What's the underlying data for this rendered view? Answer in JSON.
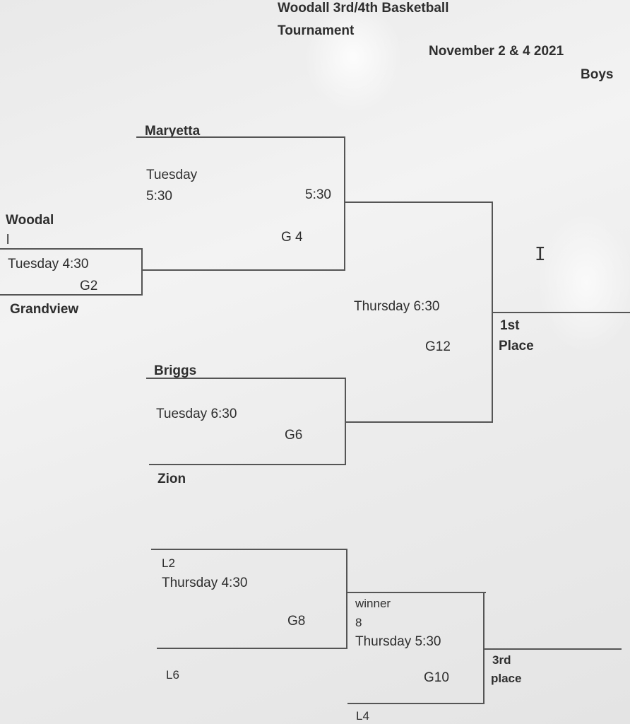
{
  "header": {
    "title_line1": "Woodall 3rd/4th Basketball",
    "title_line2": "Tournament",
    "dates": "November 2 & 4  2021",
    "division": "Boys"
  },
  "game_g4": {
    "team_top": "Maryetta",
    "day": "Tuesday",
    "time_left": "5:30",
    "time_right": "5:30",
    "game_id": "G 4"
  },
  "game_g2": {
    "team_top": "Woodal",
    "team_top_line2": "l",
    "schedule": "Tuesday 4:30",
    "game_id": "G2",
    "team_bottom": "Grandview"
  },
  "game_g12": {
    "schedule": "Thursday 6:30",
    "game_id": "G12"
  },
  "first_place": {
    "line1": "1st",
    "line2": "Place"
  },
  "game_g6": {
    "team_top": "Briggs",
    "schedule": "Tuesday 6:30",
    "game_id": "G6",
    "team_bottom": "Zion"
  },
  "game_g8": {
    "team_top": "L2",
    "schedule": "Thursday 4:30",
    "game_id": "G8",
    "team_bottom": "L6"
  },
  "game_g10": {
    "line1": "winner",
    "line2": "8",
    "schedule": "Thursday 5:30",
    "game_id": "G10",
    "team_bottom": "L4"
  },
  "third_place": {
    "line1": "3rd",
    "line2": "place"
  },
  "cursor_icon": "text-cursor-icon"
}
